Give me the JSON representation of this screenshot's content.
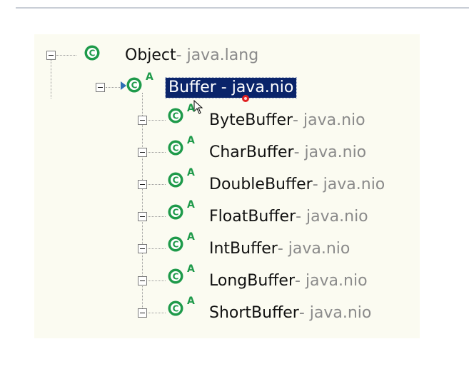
{
  "tree": {
    "root": {
      "name": "Object",
      "package": " - java.lang",
      "icon": "class-icon",
      "expanded": true
    },
    "selected": {
      "name": "Buffer",
      "package": " - java.nio",
      "icon": "abstract-class-icon",
      "modifier": "A",
      "expanded": true
    },
    "children": [
      {
        "name": "ByteBuffer",
        "package": " - java.nio",
        "modifier": "A"
      },
      {
        "name": "CharBuffer",
        "package": " - java.nio",
        "modifier": "A"
      },
      {
        "name": "DoubleBuffer",
        "package": " - java.nio",
        "modifier": "A"
      },
      {
        "name": "FloatBuffer",
        "package": " - java.nio",
        "modifier": "A"
      },
      {
        "name": "IntBuffer",
        "package": " - java.nio",
        "modifier": "A"
      },
      {
        "name": "LongBuffer",
        "package": " - java.nio",
        "modifier": "A"
      },
      {
        "name": "ShortBuffer",
        "package": " - java.nio",
        "modifier": "A"
      }
    ]
  },
  "colors": {
    "class_icon": "#1e9a4a",
    "selection_bg": "#0a246a",
    "package_text": "#8a8a8a"
  }
}
